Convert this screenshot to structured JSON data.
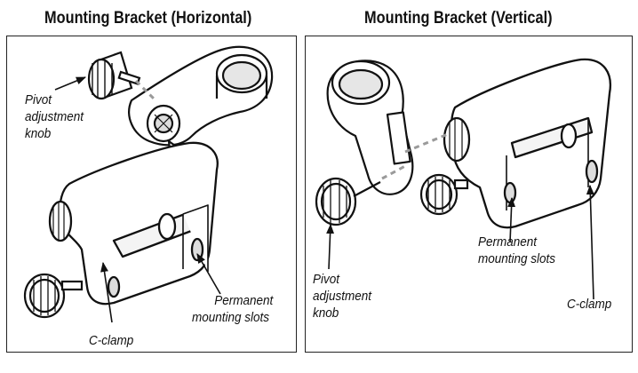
{
  "titles": {
    "left": "Mounting Bracket (Horizontal)",
    "right": "Mounting Bracket (Vertical)"
  },
  "left_panel": {
    "pivot_label": [
      "Pivot",
      "adjustment",
      "knob"
    ],
    "slots_label": [
      "Permanent",
      "mounting slots"
    ],
    "clamp_label": "C-clamp"
  },
  "right_panel": {
    "slots_label": [
      "Permanent",
      "mounting slots"
    ],
    "pivot_label": [
      "Pivot",
      "adjustment",
      "knob"
    ],
    "clamp_label": "C-clamp"
  },
  "colors": {
    "ink": "#111111",
    "body_fill": "#ffffff",
    "shade": "#bdbdbd",
    "dashes": "#9a9a9a"
  }
}
